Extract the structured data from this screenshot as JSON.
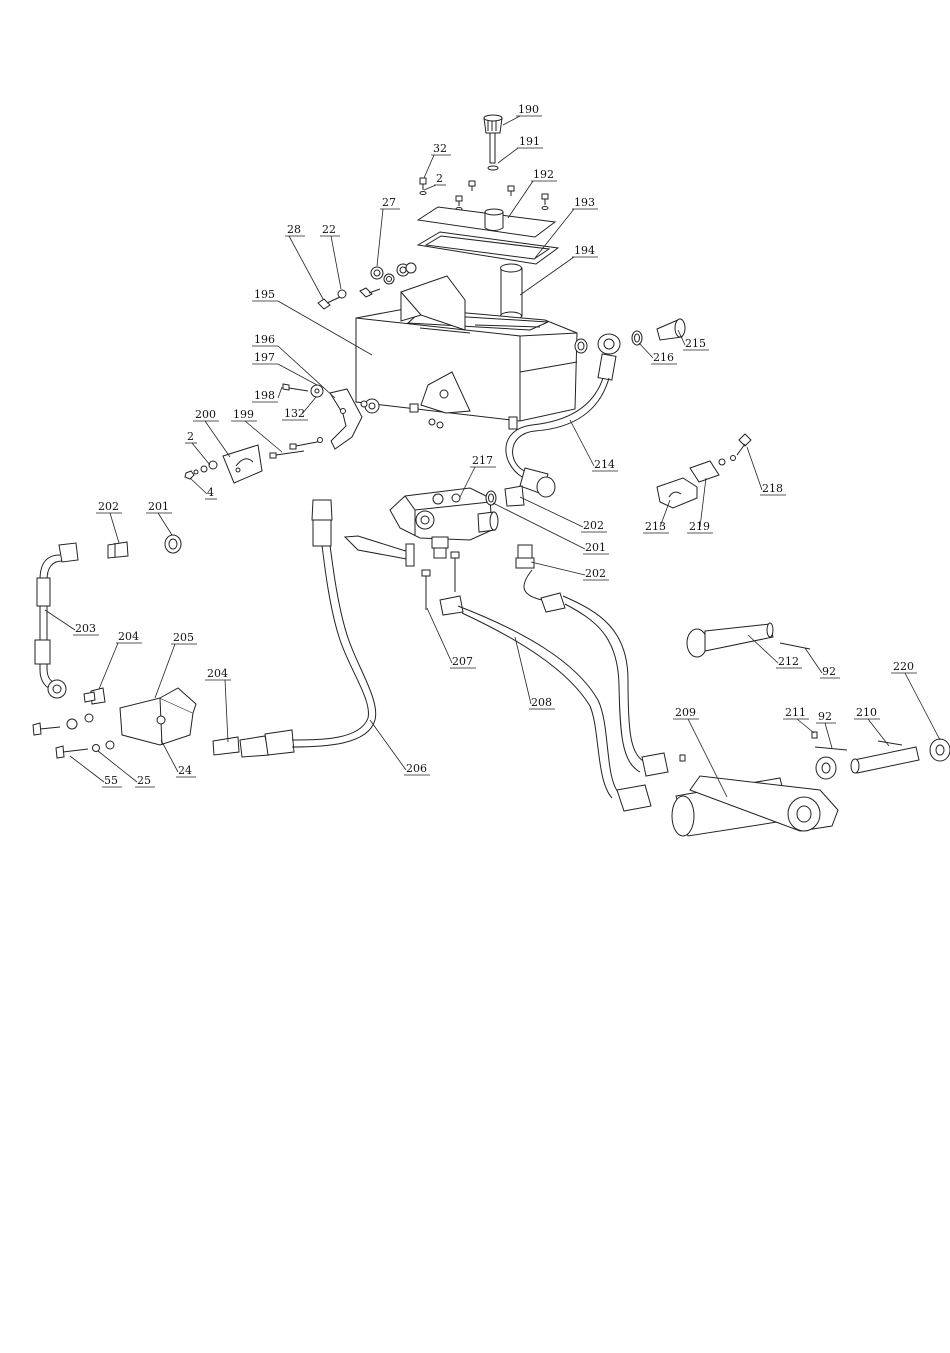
{
  "callouts": [
    {
      "id": "c190",
      "text": "190"
    },
    {
      "id": "c191",
      "text": "191"
    },
    {
      "id": "c32",
      "text": "32"
    },
    {
      "id": "c2a",
      "text": "2"
    },
    {
      "id": "c192",
      "text": "192"
    },
    {
      "id": "c193",
      "text": "193"
    },
    {
      "id": "c27",
      "text": "27"
    },
    {
      "id": "c28",
      "text": "28"
    },
    {
      "id": "c22",
      "text": "22"
    },
    {
      "id": "c194",
      "text": "194"
    },
    {
      "id": "c195",
      "text": "195"
    },
    {
      "id": "c196",
      "text": "196"
    },
    {
      "id": "c197",
      "text": "197"
    },
    {
      "id": "c198",
      "text": "198"
    },
    {
      "id": "c132",
      "text": "132"
    },
    {
      "id": "c215",
      "text": "215"
    },
    {
      "id": "c216",
      "text": "216"
    },
    {
      "id": "c200",
      "text": "200"
    },
    {
      "id": "c199",
      "text": "199"
    },
    {
      "id": "c2b",
      "text": "2"
    },
    {
      "id": "c4",
      "text": "4"
    },
    {
      "id": "c214",
      "text": "214"
    },
    {
      "id": "c217",
      "text": "217"
    },
    {
      "id": "c218",
      "text": "218"
    },
    {
      "id": "c202a",
      "text": "202"
    },
    {
      "id": "c201a",
      "text": "201"
    },
    {
      "id": "c202b",
      "text": "202"
    },
    {
      "id": "c201b",
      "text": "201"
    },
    {
      "id": "c213",
      "text": "213"
    },
    {
      "id": "c219",
      "text": "219"
    },
    {
      "id": "c202c",
      "text": "202"
    },
    {
      "id": "c203",
      "text": "203"
    },
    {
      "id": "c204a",
      "text": "204"
    },
    {
      "id": "c205",
      "text": "205"
    },
    {
      "id": "c207",
      "text": "207"
    },
    {
      "id": "c212",
      "text": "212"
    },
    {
      "id": "c92a",
      "text": "92"
    },
    {
      "id": "c220",
      "text": "220"
    },
    {
      "id": "c204b",
      "text": "204"
    },
    {
      "id": "c208",
      "text": "208"
    },
    {
      "id": "c209",
      "text": "209"
    },
    {
      "id": "c211",
      "text": "211"
    },
    {
      "id": "c92b",
      "text": "92"
    },
    {
      "id": "c210",
      "text": "210"
    },
    {
      "id": "c24",
      "text": "24"
    },
    {
      "id": "c55",
      "text": "55"
    },
    {
      "id": "c25",
      "text": "25"
    },
    {
      "id": "c206",
      "text": "206"
    }
  ]
}
